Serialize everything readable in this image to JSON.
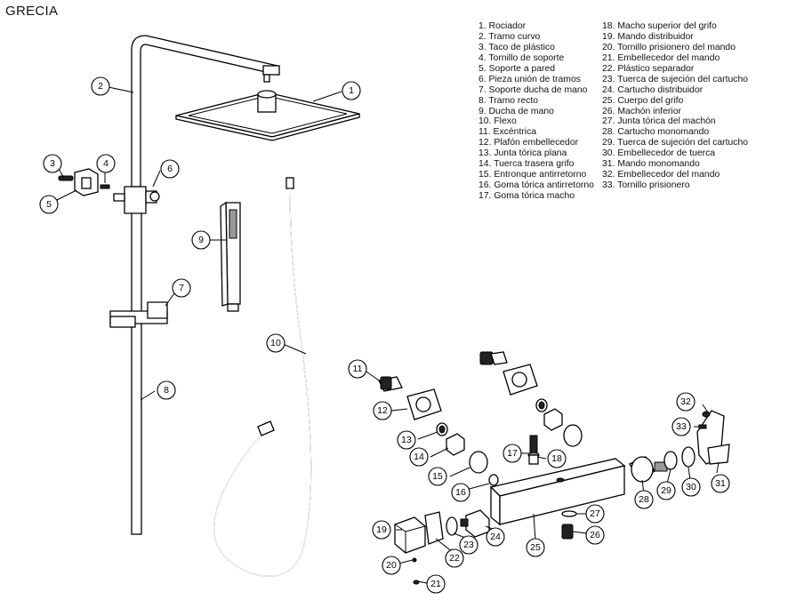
{
  "title": "GRECIA",
  "legend": [
    {
      "num": "1",
      "text": "Rociador"
    },
    {
      "num": "2",
      "text": "Tramo curvo"
    },
    {
      "num": "3",
      "text": "Taco de plástico"
    },
    {
      "num": "4",
      "text": "Tornillo de soporte"
    },
    {
      "num": "5",
      "text": "Soporte a pared"
    },
    {
      "num": "6",
      "text": "Pieza unión de tramos"
    },
    {
      "num": "7",
      "text": "Soporte ducha de mano"
    },
    {
      "num": "8",
      "text": "Tramo recto"
    },
    {
      "num": "9",
      "text": "Ducha de mano"
    },
    {
      "num": "10",
      "text": "Flexo"
    },
    {
      "num": "11",
      "text": "Excéntrica"
    },
    {
      "num": "12",
      "text": "Plafón embellecedor"
    },
    {
      "num": "13",
      "text": "Junta tórica plana"
    },
    {
      "num": "14",
      "text": "Tuerca trasera grifo"
    },
    {
      "num": "15",
      "text": "Entronque antirretorno"
    },
    {
      "num": "16",
      "text": "Goma tórica antirretorno"
    },
    {
      "num": "17",
      "text": "Goma tórica macho"
    },
    {
      "num": "18",
      "text": "Macho superior del grifo"
    },
    {
      "num": "19",
      "text": "Mando distribuidor"
    },
    {
      "num": "20",
      "text": "Tornillo prisionero del mando"
    },
    {
      "num": "21",
      "text": "Embellecedor del mando"
    },
    {
      "num": "22",
      "text": "Plástico separador"
    },
    {
      "num": "23",
      "text": "Tuerca de sujeción del cartucho"
    },
    {
      "num": "24",
      "text": "Cartucho distribuidor"
    },
    {
      "num": "25",
      "text": "Cuerpo del grifo"
    },
    {
      "num": "26",
      "text": "Machón inferior"
    },
    {
      "num": "27",
      "text": "Junta tórica del machón"
    },
    {
      "num": "28",
      "text": "Cartucho monomando"
    },
    {
      "num": "29",
      "text": "Tuerca de sujeción del cartucho"
    },
    {
      "num": "30",
      "text": "Embellecedor de tuerca"
    },
    {
      "num": "31",
      "text": "Mando monomando"
    },
    {
      "num": "32",
      "text": "Embellecedor del mando"
    },
    {
      "num": "33",
      "text": "Tornillo prisionero"
    }
  ]
}
